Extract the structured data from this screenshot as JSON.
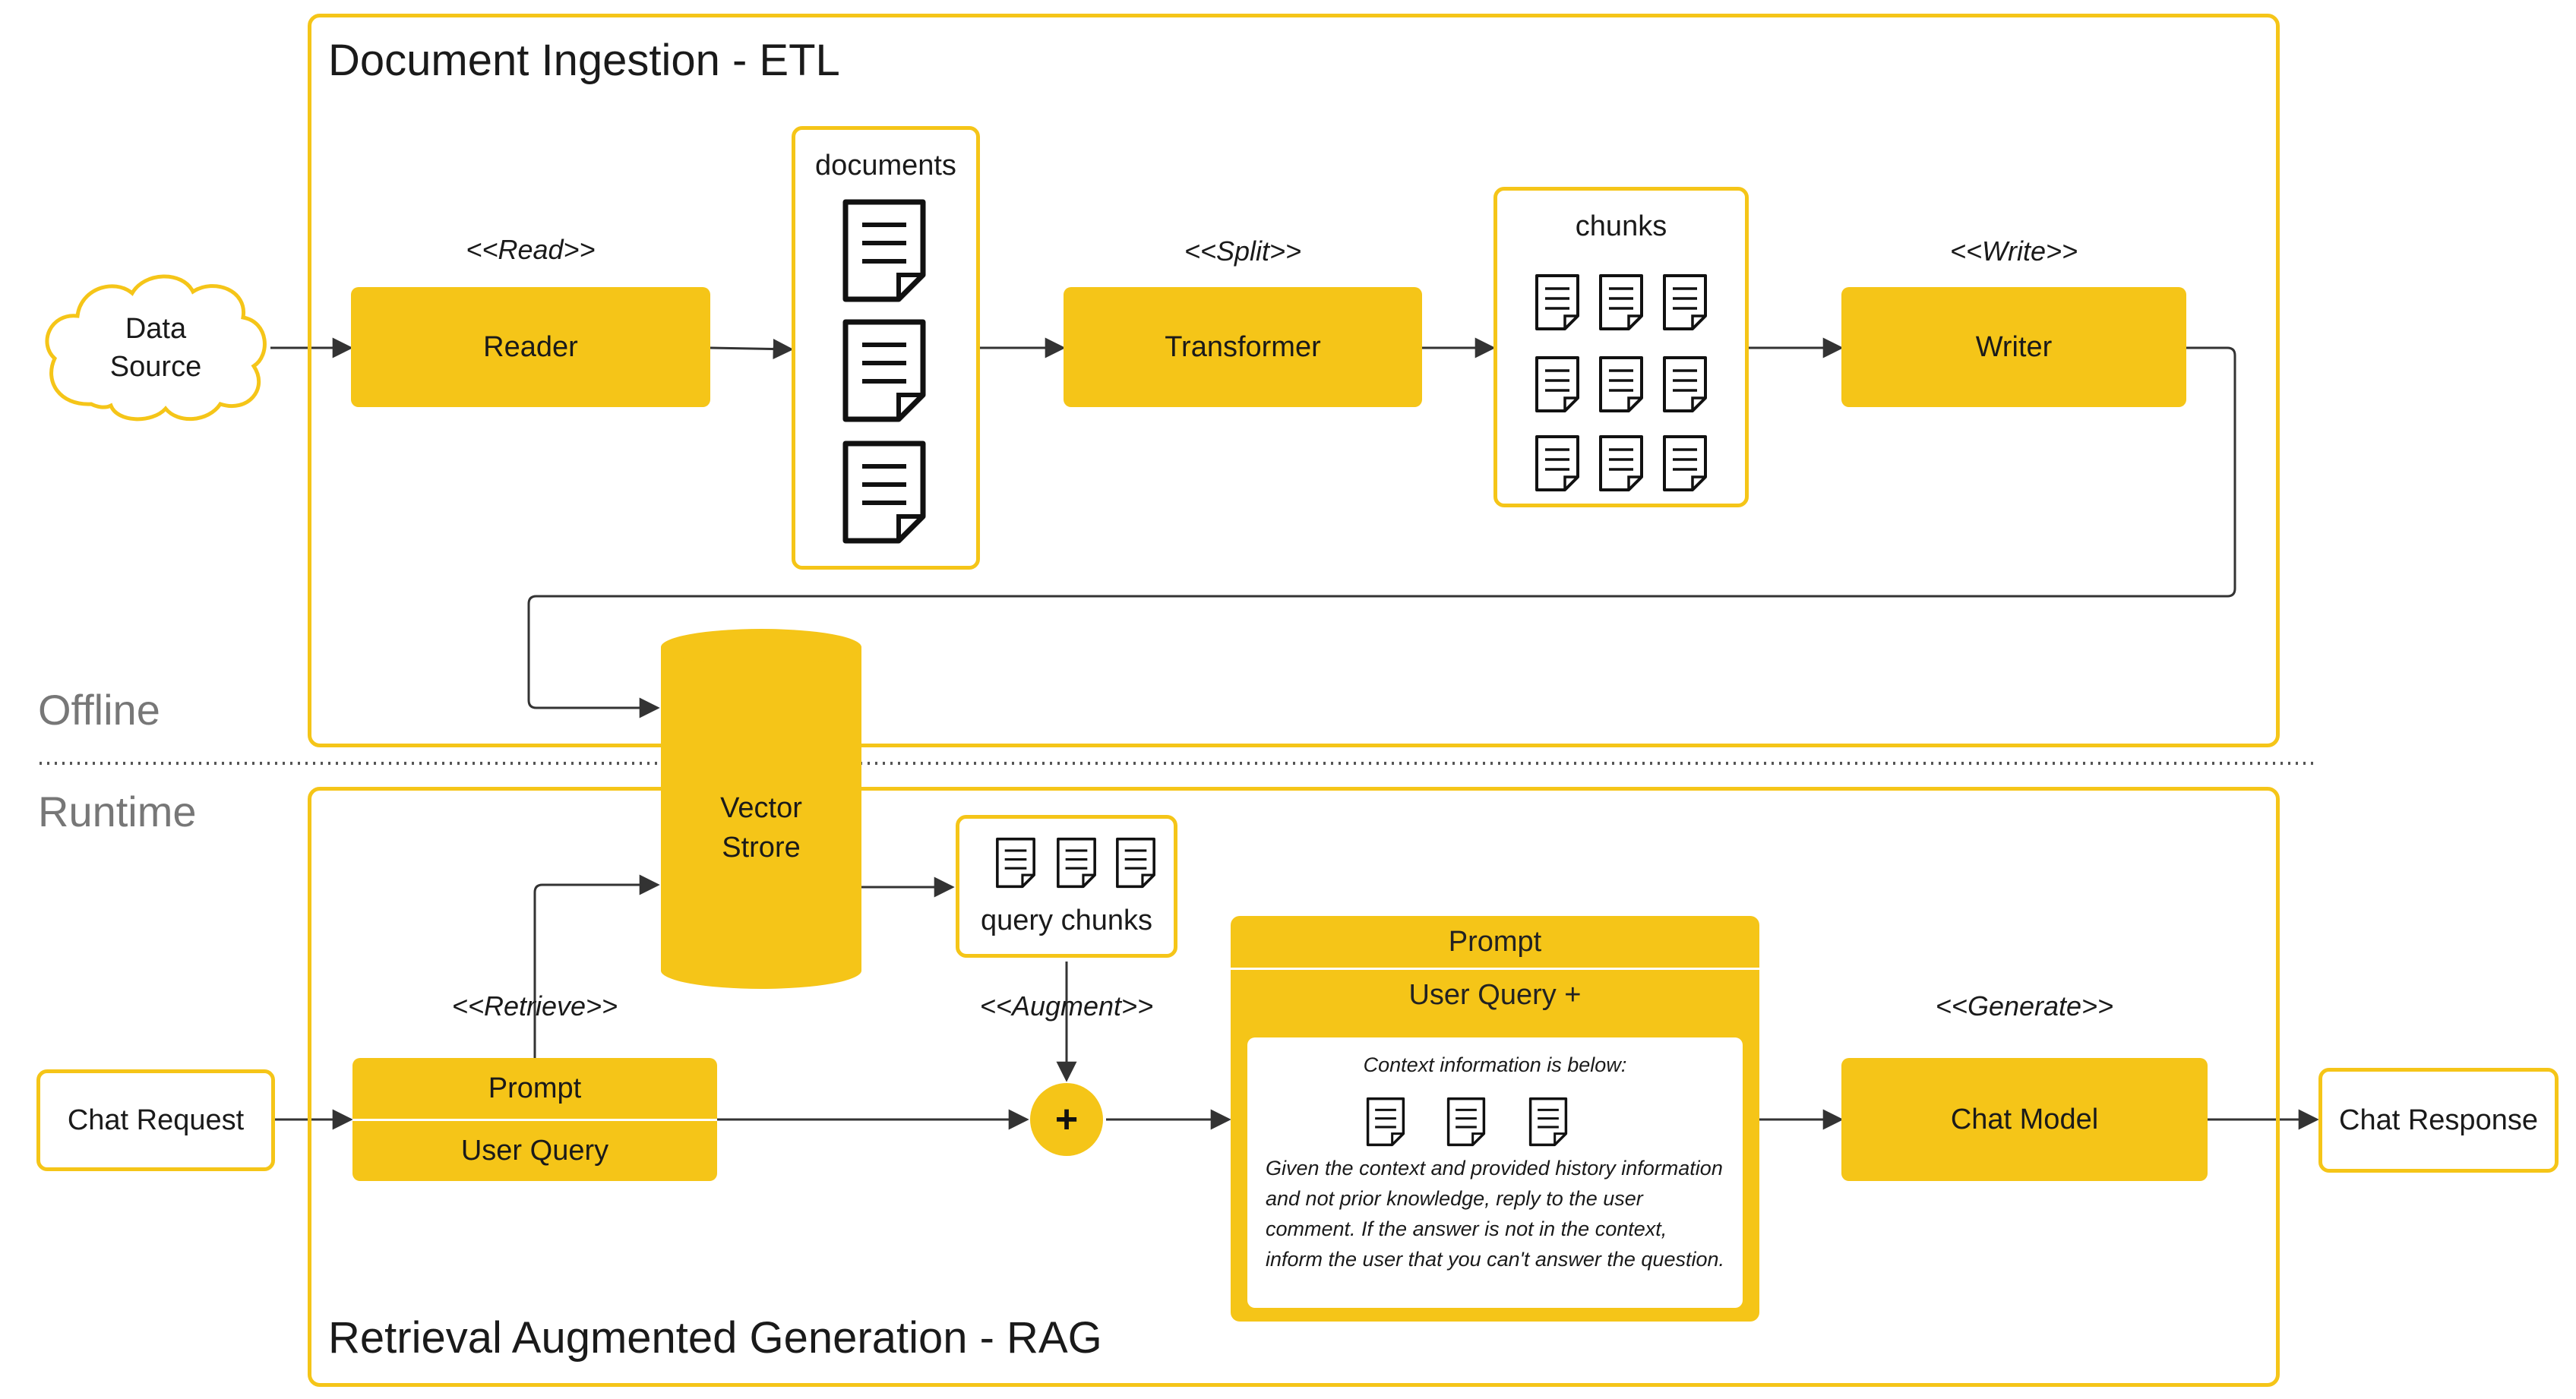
{
  "offline": {
    "phase_label": "Offline",
    "etl_title": "Document Ingestion - ETL",
    "data_source": "Data\nSource",
    "read_stereo": "<<Read>>",
    "reader": "Reader",
    "documents_label": "documents",
    "split_stereo": "<<Split>>",
    "transformer": "Transformer",
    "chunks_label": "chunks",
    "write_stereo": "<<Write>>",
    "writer": "Writer"
  },
  "vector_store": "Vector\nStrore",
  "runtime": {
    "phase_label": "Runtime",
    "rag_title": "Retrieval Augmented Generation - RAG",
    "chat_request": "Chat Request",
    "retrieve_stereo": "<<Retrieve>>",
    "prompt_label": "Prompt",
    "user_query": "User Query",
    "query_chunks_label": "query chunks",
    "augment_stereo": "<<Augment>>",
    "plus": "+",
    "aug_prompt_label": "Prompt",
    "aug_user_query": "User Query +",
    "context_heading": "Context information is below:",
    "context_instructions": "Given the context and provided history information and not prior knowledge, reply to the user comment. If the answer is not in the context, inform the user that you can't answer the question.",
    "generate_stereo": "<<Generate>>",
    "chat_model": "Chat Model",
    "chat_response": "Chat Response"
  },
  "colors": {
    "accent": "#f5c518",
    "line": "#333333",
    "phase_text": "#777777"
  }
}
